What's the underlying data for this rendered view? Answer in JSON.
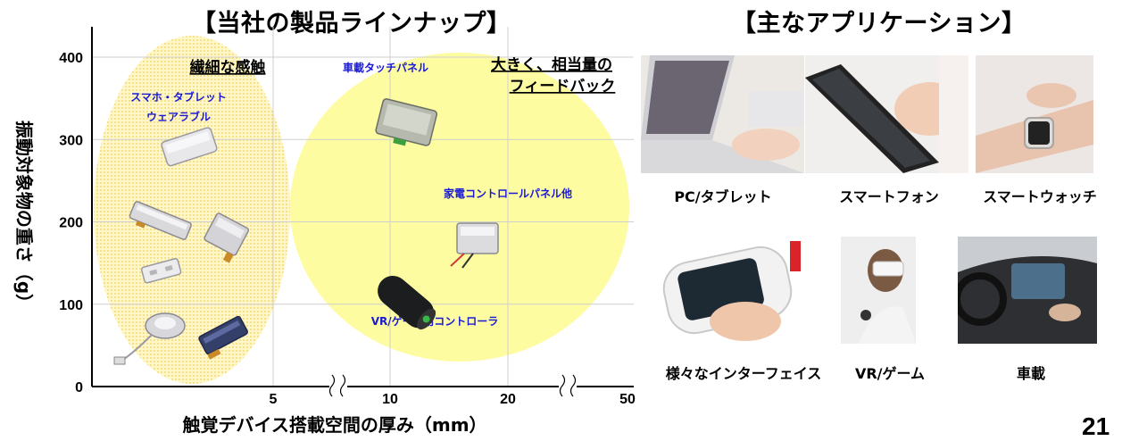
{
  "titles": {
    "left": "【当社の製品ラインナップ】",
    "right": "【主なアプリケーション】"
  },
  "chart_data": {
    "type": "scatter",
    "title": "【当社の製品ラインナップ】",
    "xlabel": "触覚デバイス搭載空間の厚み（mm）",
    "ylabel": "振動対象物の重さ（g）",
    "x_tick_labels": [
      "5",
      "10",
      "20",
      "50"
    ],
    "y_ticks": [
      0,
      100,
      200,
      300,
      400
    ],
    "ylim": [
      0,
      440
    ],
    "x_axis_breaks": true,
    "grid": true,
    "zones": [
      {
        "title_lines": [
          "繊細な感触"
        ],
        "color": "#f3e27a"
      },
      {
        "title_lines": [
          "大きく、相当量の",
          "フィードバック"
        ],
        "color": "#fdfca0"
      }
    ],
    "product_labels": [
      {
        "lines": [
          "スマホ・タブレット",
          "ウェアラブル"
        ]
      },
      {
        "lines": [
          "車載タッチパネル"
        ]
      },
      {
        "lines": [
          "家電コントロールパネル他"
        ]
      },
      {
        "lines": [
          "VR/ゲーム用コントローラ"
        ]
      }
    ]
  },
  "applications": [
    {
      "label": "PC/タブレット",
      "icon": "laptop-photo"
    },
    {
      "label": "スマートフォン",
      "icon": "smartphone-photo"
    },
    {
      "label": "スマートウォッチ",
      "icon": "smartwatch-photo"
    },
    {
      "label": "様々なインターフェイス",
      "icon": "device-interface-photo"
    },
    {
      "label": "VR/ゲーム",
      "icon": "vr-headset-photo"
    },
    {
      "label": "車載",
      "icon": "car-dashboard-photo"
    }
  ],
  "page_number": "21"
}
